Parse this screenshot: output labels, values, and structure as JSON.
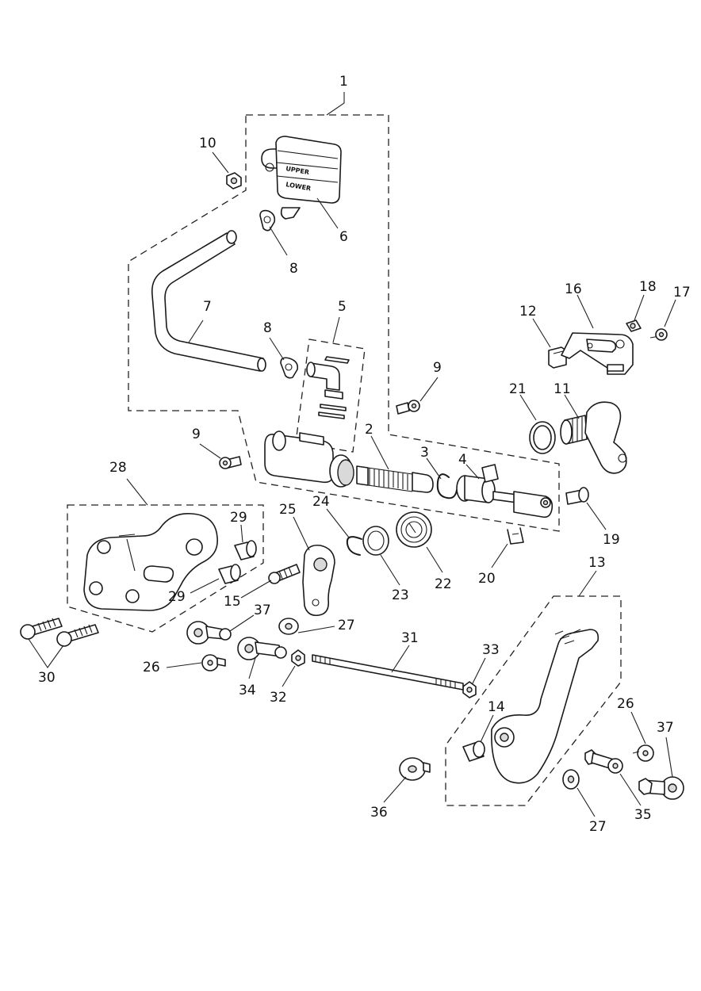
{
  "diagram": {
    "callouts": [
      "1",
      "2",
      "3",
      "4",
      "5",
      "6",
      "7",
      "8",
      "8",
      "9",
      "9",
      "10",
      "11",
      "12",
      "13",
      "14",
      "15",
      "16",
      "17",
      "18",
      "19",
      "20",
      "21",
      "22",
      "23",
      "24",
      "25",
      "26",
      "26",
      "27",
      "27",
      "28",
      "29",
      "29",
      "30",
      "31",
      "32",
      "33",
      "34",
      "35",
      "36",
      "37",
      "37"
    ],
    "reservoir_text": {
      "upper": "UPPER",
      "lower": "LOWER"
    }
  }
}
